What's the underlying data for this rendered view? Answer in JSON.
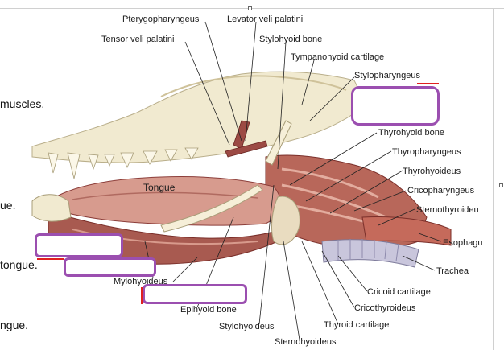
{
  "labels": {
    "pterygopharyngeus": "Pterygopharyngeus",
    "levator_veli_palatini": "Levator veli palatini",
    "tensor_veli_palatini": "Tensor veli palatini",
    "stylohyoid_bone": "Stylohyoid bone",
    "tympanohyoid_cartilage": "Tympanohyoid cartilage",
    "stylopharyngeus": "Stylopharyngeus",
    "thyrohyoid_bone": "Thyrohyoid bone",
    "thyropharyngeus": "Thyropharyngeus",
    "thyrohyoideus": "Thyrohyoideus",
    "cricopharyngeus": "Cricopharyngeus",
    "sternothyroideus": "Sternothyroideu",
    "esophagus": "Esophagu",
    "trachea": "Trachea",
    "cricoid_cartilage": "Cricoid cartilage",
    "cricothyroideus": "Cricothyroideus",
    "thyroid_cartilage": "Thyroid cartilage",
    "sternohyoideus": "Sternohyoideus",
    "stylohyoideus": "Stylohyoideus",
    "epihyoid_bone": "Epihyoid bone",
    "mylohyoideus": "Mylohyoideus",
    "tongue": "Tongue"
  },
  "document_text": {
    "line1": "muscles.",
    "line2": "ue.",
    "line3": "tongue.",
    "line4": "ngue."
  },
  "colors": {
    "blank_border": "#9b4fb0",
    "marker_red": "#e02020",
    "muscle_dark": "#8c3e3a",
    "muscle_light": "#d79b8e",
    "bone": "#f1ead0",
    "trachea": "#c9c6dc"
  }
}
